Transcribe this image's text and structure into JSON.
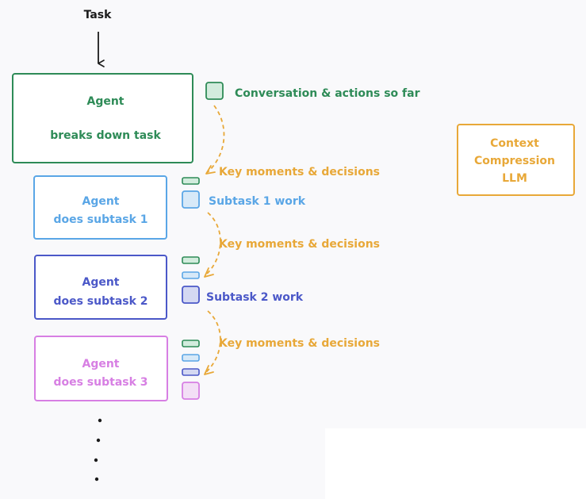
{
  "task_label": "Task",
  "colors": {
    "green": "#2e8b57",
    "green_fill": "#d2ecdd",
    "blue": "#5aa6e6",
    "blue_fill": "#d7e9f8",
    "indigo": "#4b58c8",
    "indigo_fill": "#d4d8f2",
    "purple": "#d77fe3",
    "purple_fill": "#f3dff6",
    "orange": "#e8a838",
    "dark": "#1b1b1b"
  },
  "main_agent": {
    "line1": "Agent",
    "line2": "breaks down task"
  },
  "conversation_label": "Conversation & actions so far",
  "key_moments_label": "Key moments & decisions",
  "subagents": [
    {
      "line1": "Agent",
      "line2": "does subtask 1",
      "work_label": "Subtask 1 work"
    },
    {
      "line1": "Agent",
      "line2": "does subtask 2",
      "work_label": "Subtask 2 work"
    },
    {
      "line1": "Agent",
      "line2": "does subtask 3",
      "work_label": ""
    }
  ],
  "context_box": {
    "line1": "Context",
    "line2": "Compression",
    "line3": "LLM"
  }
}
